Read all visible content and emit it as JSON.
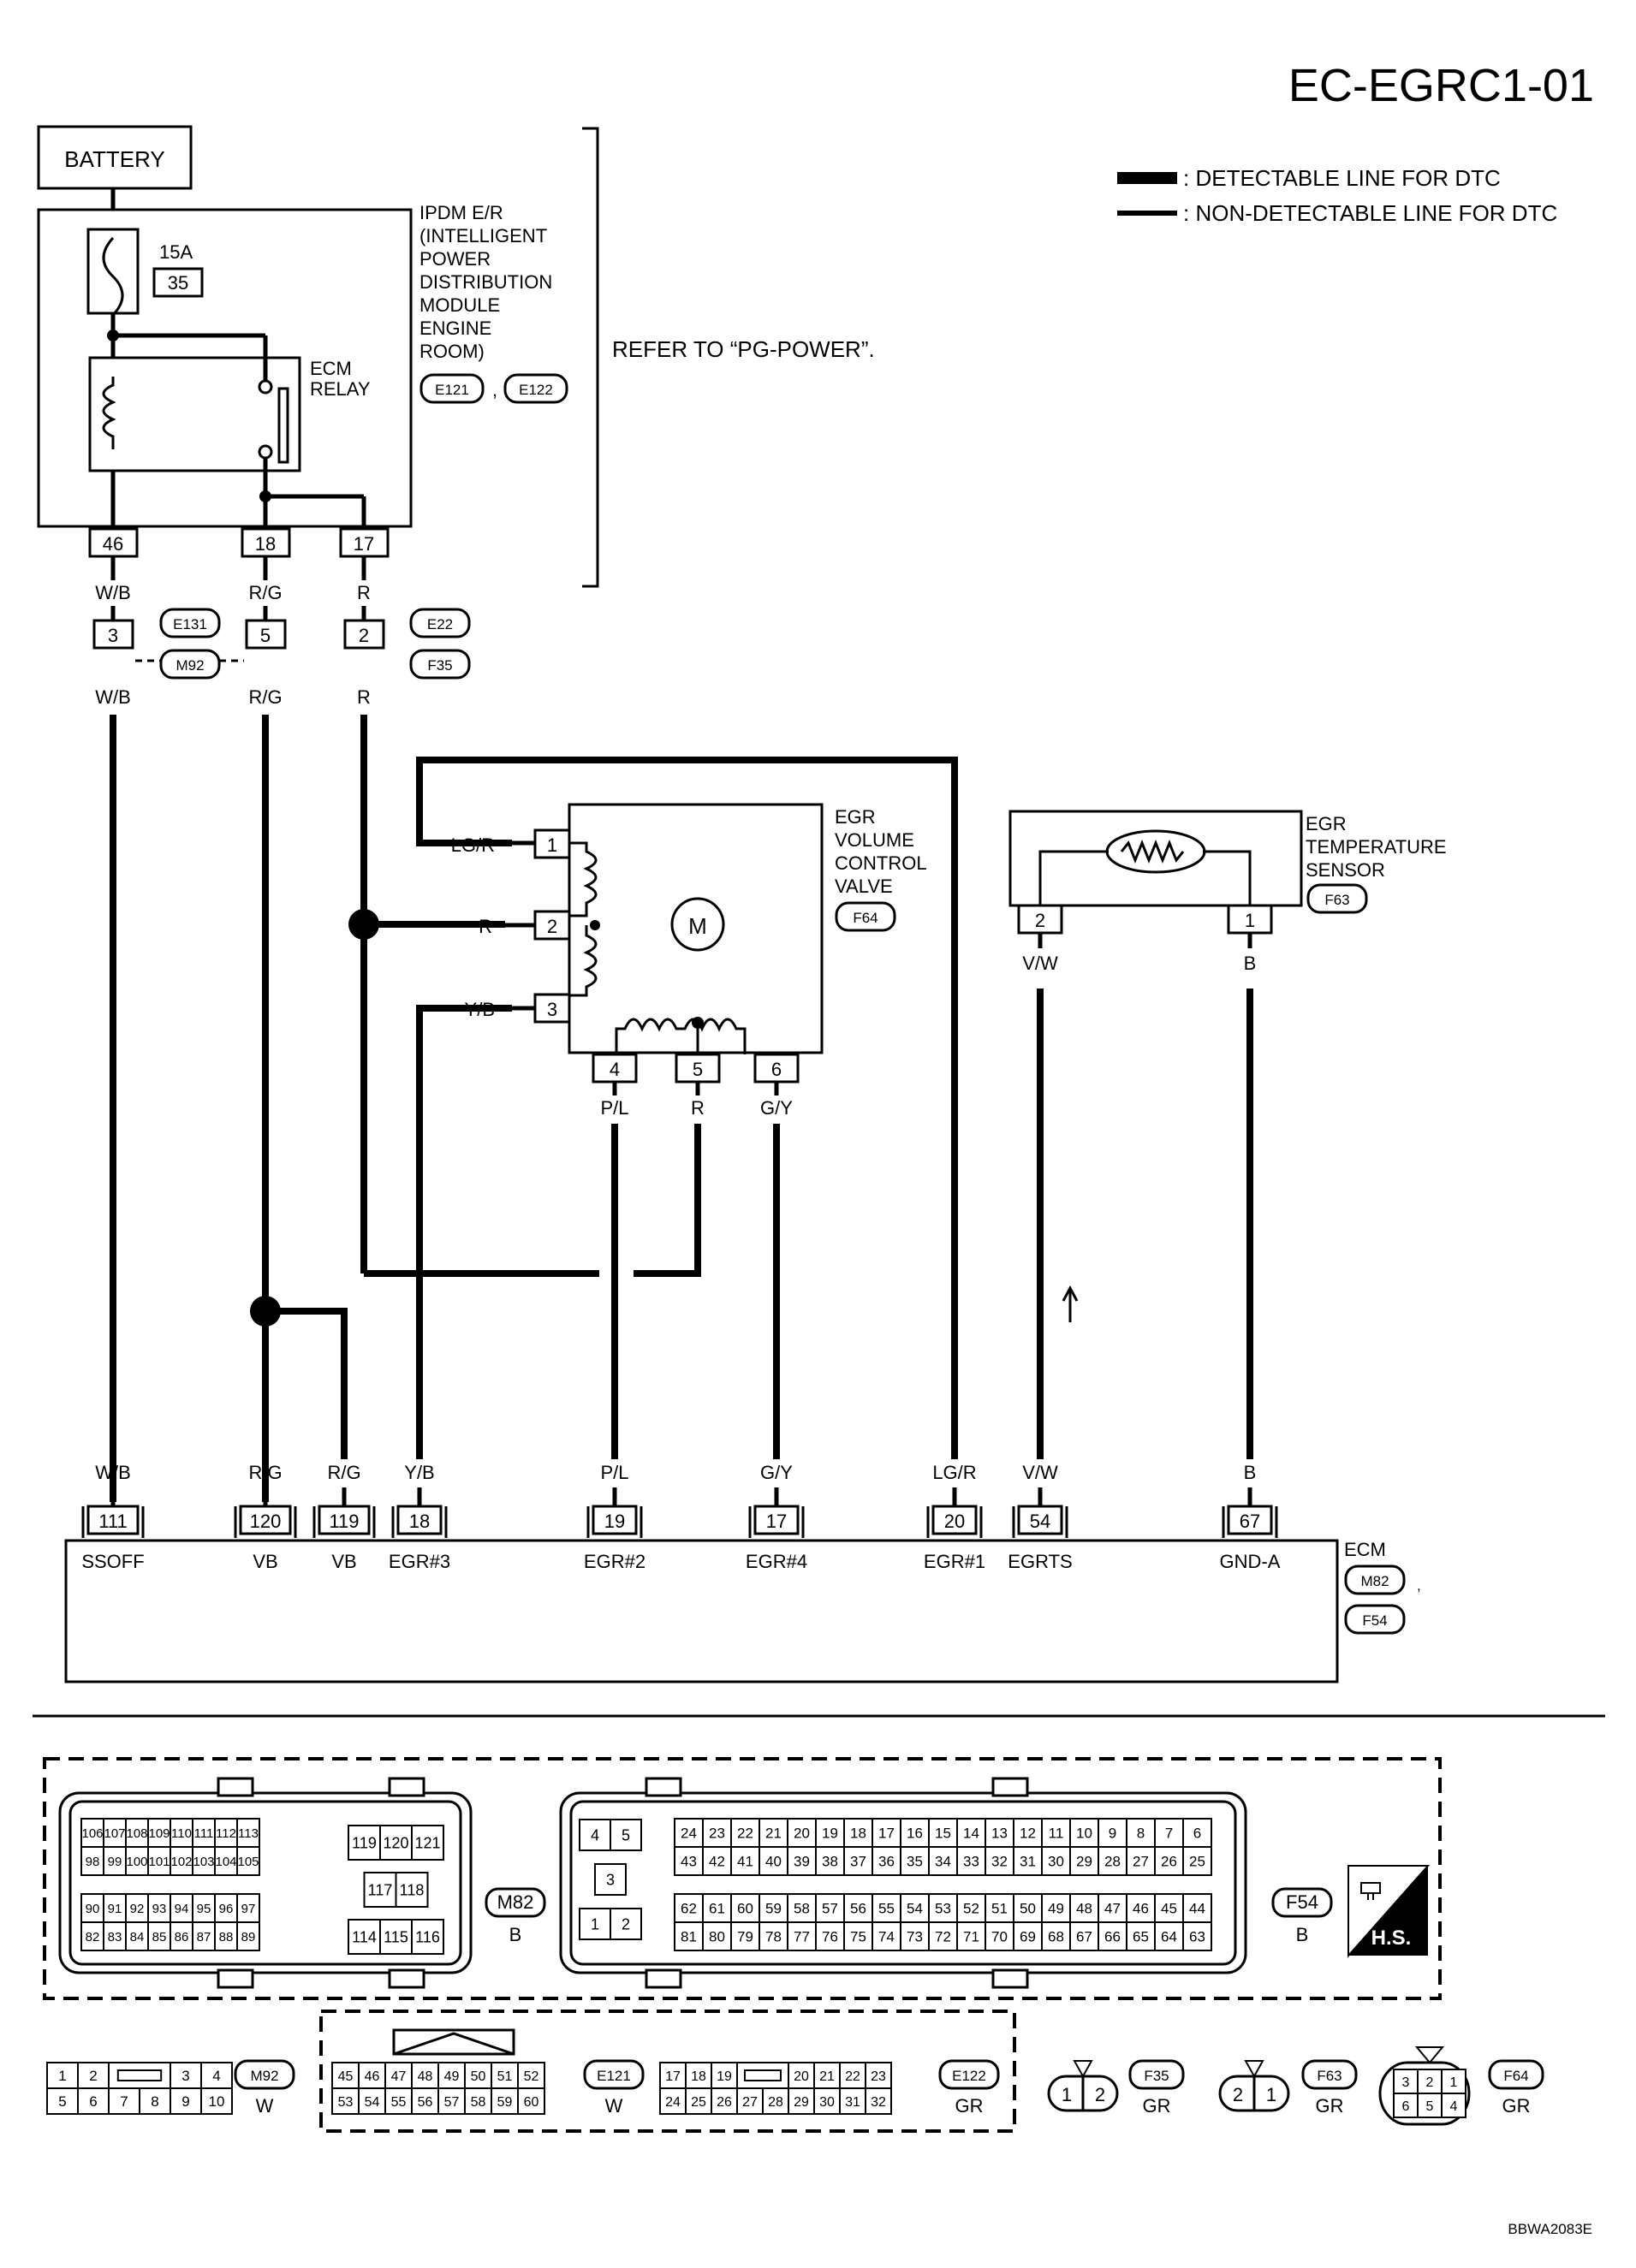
{
  "title": "EC-EGRC1-01",
  "footer_code": "BBWA2083E",
  "legend": [
    {
      "text": ": DETECTABLE LINE FOR DTC",
      "style": "thick"
    },
    {
      "text": ": NON-DETECTABLE LINE FOR DTC",
      "style": "thin"
    }
  ],
  "battery": "BATTERY",
  "fuse": {
    "rating": "15A",
    "number": "35"
  },
  "ipdm": {
    "lines": [
      "IPDM E/R",
      "(INTELLIGENT",
      "POWER",
      "DISTRIBUTION",
      "MODULE",
      "ENGINE",
      "ROOM)"
    ],
    "connectors": [
      "E121",
      "E122"
    ],
    "separator": ","
  },
  "ecm_relay": [
    "ECM",
    "RELAY"
  ],
  "refer_note": "REFER TO “PG-POWER”.",
  "ipdm_pins": [
    "46",
    "18",
    "17"
  ],
  "mid_connectors": [
    {
      "pin": "3",
      "above": "W/B",
      "below": "W/B"
    },
    {
      "pin": "5",
      "above": "R/G",
      "below": "R/G"
    },
    {
      "pin": "2",
      "above": "R",
      "below": "R"
    }
  ],
  "mid_connector_ids": [
    "E131",
    "M92",
    "E22",
    "F35"
  ],
  "egr_valve": {
    "lines": [
      "EGR",
      "VOLUME",
      "CONTROL",
      "VALVE"
    ],
    "connector": "F64",
    "motor": "M",
    "left_pins": [
      {
        "pin": "1",
        "color": "LG/R"
      },
      {
        "pin": "2",
        "color": "R"
      },
      {
        "pin": "3",
        "color": "Y/B"
      }
    ],
    "bottom_pins": [
      {
        "pin": "4",
        "color": "P/L"
      },
      {
        "pin": "5",
        "color": "R"
      },
      {
        "pin": "6",
        "color": "G/Y"
      }
    ]
  },
  "egr_sensor": {
    "lines": [
      "EGR",
      "TEMPERATURE",
      "SENSOR"
    ],
    "connector": "F63",
    "pins": [
      {
        "pin": "2",
        "color": "V/W"
      },
      {
        "pin": "1",
        "color": "B"
      }
    ]
  },
  "ecm": {
    "label": "ECM",
    "connectors": [
      "M82",
      "F54"
    ],
    "separator": ",",
    "terminals": [
      {
        "pin": "111",
        "color": "W/B",
        "name": "SSOFF"
      },
      {
        "pin": "120",
        "color": "R/G",
        "name": "VB"
      },
      {
        "pin": "119",
        "color": "R/G",
        "name": "VB"
      },
      {
        "pin": "18",
        "color": "Y/B",
        "name": "EGR#3"
      },
      {
        "pin": "19",
        "color": "P/L",
        "name": "EGR#2"
      },
      {
        "pin": "17",
        "color": "G/Y",
        "name": "EGR#4"
      },
      {
        "pin": "20",
        "color": "LG/R",
        "name": "EGR#1"
      },
      {
        "pin": "54",
        "color": "V/W",
        "name": "EGRTS"
      },
      {
        "pin": "67",
        "color": "B",
        "name": "GND-A"
      }
    ]
  },
  "connector_faces": {
    "m82": {
      "id": "M82",
      "color": "B",
      "left_rows": [
        [
          "106",
          "107",
          "108",
          "109",
          "110",
          "111",
          "112",
          "113"
        ],
        [
          "98",
          "99",
          "100",
          "101",
          "102",
          "103",
          "104",
          "105"
        ],
        [
          "90",
          "91",
          "92",
          "93",
          "94",
          "95",
          "96",
          "97"
        ],
        [
          "82",
          "83",
          "84",
          "85",
          "86",
          "87",
          "88",
          "89"
        ]
      ],
      "right_rows": [
        [
          "119",
          "120",
          "121"
        ],
        [
          "117",
          "118"
        ],
        [
          "114",
          "115",
          "116"
        ]
      ]
    },
    "f54": {
      "id": "F54",
      "color": "B",
      "left_cells": [
        "4",
        "5",
        "3",
        "1",
        "2"
      ],
      "rows": [
        [
          "24",
          "23",
          "22",
          "21",
          "20",
          "19",
          "18",
          "17",
          "16",
          "15",
          "14",
          "13",
          "12",
          "11",
          "10",
          "9",
          "8",
          "7",
          "6"
        ],
        [
          "43",
          "42",
          "41",
          "40",
          "39",
          "38",
          "37",
          "36",
          "35",
          "34",
          "33",
          "32",
          "31",
          "30",
          "29",
          "28",
          "27",
          "26",
          "25"
        ],
        [
          "62",
          "61",
          "60",
          "59",
          "58",
          "57",
          "56",
          "55",
          "54",
          "53",
          "52",
          "51",
          "50",
          "49",
          "48",
          "47",
          "46",
          "45",
          "44"
        ],
        [
          "81",
          "80",
          "79",
          "78",
          "77",
          "76",
          "75",
          "74",
          "73",
          "72",
          "71",
          "70",
          "69",
          "68",
          "67",
          "66",
          "65",
          "64",
          "63"
        ]
      ]
    },
    "m92": {
      "id": "M92",
      "color": "W",
      "row1": [
        "1",
        "2",
        "",
        "3",
        "4"
      ],
      "row2": [
        "5",
        "6",
        "7",
        "8",
        "9",
        "10"
      ]
    },
    "e121": {
      "id": "E121",
      "color": "W",
      "row1": [
        "45",
        "46",
        "47",
        "48",
        "49",
        "50",
        "51",
        "52"
      ],
      "row2": [
        "53",
        "54",
        "55",
        "56",
        "57",
        "58",
        "59",
        "60"
      ]
    },
    "e122": {
      "id": "E122",
      "color": "GR",
      "row1": [
        "17",
        "18",
        "19",
        "",
        "20",
        "21",
        "22",
        "23"
      ],
      "row2": [
        "24",
        "25",
        "26",
        "27",
        "28",
        "29",
        "30",
        "31",
        "32"
      ]
    },
    "f35": {
      "id": "F35",
      "color": "GR",
      "pins": [
        "1",
        "2"
      ]
    },
    "f63": {
      "id": "F63",
      "color": "GR",
      "pins": [
        "2",
        "1"
      ]
    },
    "f64": {
      "id": "F64",
      "color": "GR",
      "row1": [
        "3",
        "2",
        "1"
      ],
      "row2": [
        "6",
        "5",
        "4"
      ]
    },
    "hs": "H.S."
  }
}
